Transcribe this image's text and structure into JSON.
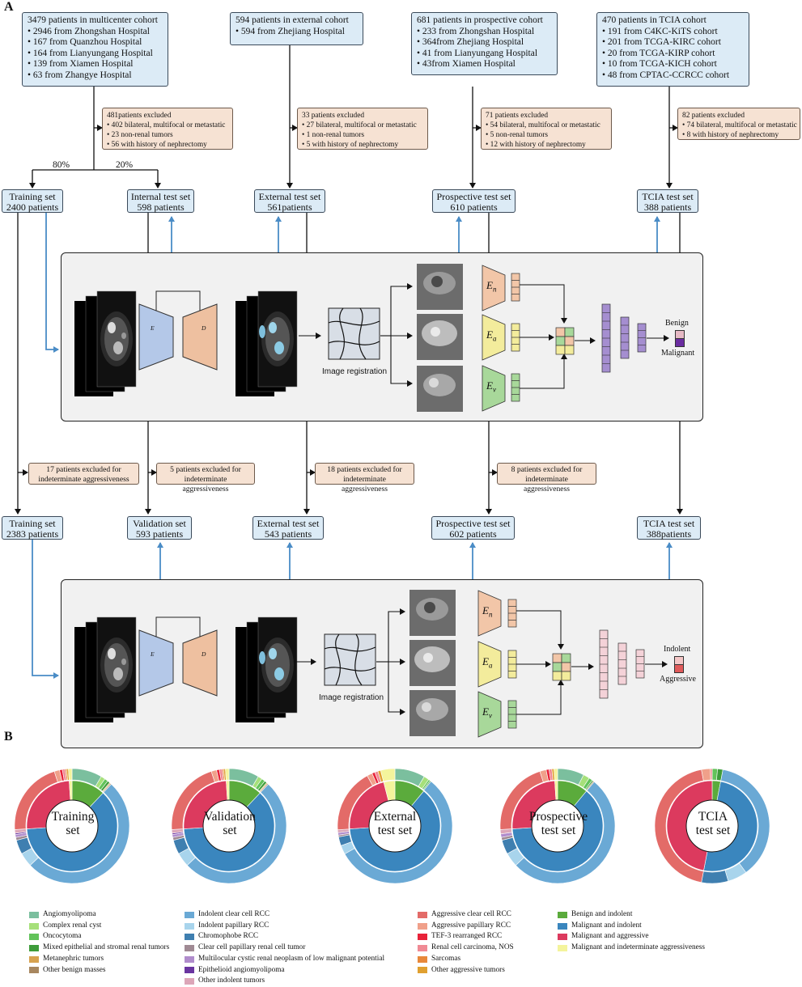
{
  "panels": {
    "a": "A",
    "b": "B"
  },
  "cohorts": [
    {
      "id": "multicenter",
      "lines": [
        "3479 patients in multicenter cohort",
        "• 2946 from Zhongshan Hospital",
        "• 167 from Quanzhou Hospital",
        "• 164 from Lianyungang Hospital",
        "• 139 from Xiamen Hospital",
        "• 63 from Zhangye Hospital"
      ]
    },
    {
      "id": "external",
      "lines": [
        "594 patients in external cohort",
        "• 594 from Zhejiang Hospital"
      ]
    },
    {
      "id": "prospective",
      "lines": [
        "681 patients in prospective cohort",
        "• 233 from Zhongshan Hospital",
        "• 364from Zhejiang Hospital",
        "• 41 from Lianyungang Hospital",
        "• 43from Xiamen Hospital"
      ]
    },
    {
      "id": "tcia",
      "lines": [
        "470 patients in TCIA cohort",
        "• 191 from C4KC-KiTS cohort",
        "• 201 from TCGA-KIRC cohort",
        "• 20 from TCGA-KIRP cohort",
        "• 10 from TCGA-KICH cohort",
        "• 48 from CPTAC-CCRCC cohort"
      ]
    }
  ],
  "exclusions_1": [
    {
      "lines": [
        "481patients excluded",
        "• 402 bilateral, multifocal or metastatic",
        "• 23 non-renal tumors",
        "• 56 with history of nephrectomy"
      ]
    },
    {
      "lines": [
        "33 patients excluded",
        "• 27 bilateral, multifocal or metastatic",
        "• 1 non-renal tumors",
        "• 5 with history of nephrectomy"
      ]
    },
    {
      "lines": [
        "71 patients excluded",
        "• 54 bilateral, multifocal or metastatic",
        "• 5 non-renal tumors",
        "• 12 with history of nephrectomy"
      ]
    },
    {
      "lines": [
        "82 patients excluded",
        "• 74 bilateral, multifocal or metastatic",
        "• 8 with history of nephrectomy"
      ]
    }
  ],
  "split": {
    "train_pct": "80%",
    "test_pct": "20%"
  },
  "sets_1": [
    {
      "name": "Training set",
      "count": "2400 patients"
    },
    {
      "name": "Internal test set",
      "count": "598 patients"
    },
    {
      "name": "External test set",
      "count": "561patients"
    },
    {
      "name": "Prospective test set",
      "count": "610 patients"
    },
    {
      "name": "TCIA test set",
      "count": "388 patients"
    }
  ],
  "exclusions_2": [
    {
      "lines": [
        "17 patients excluded for",
        "indeterminate aggressiveness"
      ]
    },
    {
      "lines": [
        "5 patients excluded for",
        "indeterminate aggressiveness"
      ]
    },
    {
      "lines": [
        "18 patients excluded for",
        "indeterminate aggressiveness"
      ]
    },
    {
      "lines": [
        "8 patients excluded for",
        "indeterminate aggressiveness"
      ]
    }
  ],
  "sets_2": [
    {
      "name": "Training set",
      "count": "2383 patients"
    },
    {
      "name": "Validation set",
      "count": "593 patients"
    },
    {
      "name": "External test set",
      "count": "543 patients"
    },
    {
      "name": "Prospective test set",
      "count": "602 patients"
    },
    {
      "name": "TCIA test set",
      "count": "388patients"
    }
  ],
  "model_1": {
    "encoder": "E",
    "decoder": "D",
    "registration": "Image registration",
    "phases": [
      {
        "base": "E",
        "sub": "n"
      },
      {
        "base": "E",
        "sub": "a"
      },
      {
        "base": "E",
        "sub": "v"
      }
    ],
    "output_top": "Benign",
    "output_bottom": "Malignant",
    "output_colors": [
      "#e6b9c4",
      "#6a2ca0"
    ]
  },
  "model_2": {
    "encoder": "E",
    "decoder": "D",
    "registration": "Image registration",
    "phases": [
      {
        "base": "E",
        "sub": "n"
      },
      {
        "base": "E",
        "sub": "a"
      },
      {
        "base": "E",
        "sub": "v"
      }
    ],
    "output_top": "Indolent",
    "output_bottom": "Aggressive",
    "output_colors": [
      "#f4c6c6",
      "#e05a5a"
    ]
  },
  "colors": {
    "cohort_fill": "#dcebf6",
    "exclusion_fill": "#f6e2d3",
    "arrow_blue": "#4a8cc6",
    "encoder_blue": "#b4c8e8",
    "decoder_peach": "#eec0a0",
    "phase_n": "#f2c6a8",
    "phase_a": "#f3ec9c",
    "phase_v": "#a8d89a",
    "layer_purple": "#a58ed0",
    "layer_pink": "#f4d2d8"
  },
  "donuts": [
    {
      "label": [
        "Training",
        "set"
      ]
    },
    {
      "label": [
        "Validation",
        "set"
      ]
    },
    {
      "label": [
        "External",
        "test set"
      ]
    },
    {
      "label": [
        "Prospective",
        "test set"
      ]
    },
    {
      "label": [
        "TCIA",
        "test set"
      ]
    }
  ],
  "chart_data": {
    "type": "pie",
    "variant": "nested donut (outer = histologic subtype, inner = category)",
    "charts": [
      {
        "name": "Training set",
        "inner": [
          {
            "category": "Benign and indolent",
            "value": 12
          },
          {
            "category": "Malignant and indolent",
            "value": 62
          },
          {
            "category": "Malignant and aggressive",
            "value": 25
          },
          {
            "category": "Malignant and indeterminate aggressiveness",
            "value": 1
          }
        ],
        "outer": [
          {
            "category": "Angiomyolipoma",
            "value": 8.5
          },
          {
            "category": "Complex renal cyst",
            "value": 1.2
          },
          {
            "category": "Oncocytoma",
            "value": 1.0
          },
          {
            "category": "Mixed epithelial and stromal renal tumors",
            "value": 0.7
          },
          {
            "category": "Metanephric tumors",
            "value": 0.3
          },
          {
            "category": "Other benign masses",
            "value": 0.3
          },
          {
            "category": "Indolent clear cell RCC",
            "value": 51
          },
          {
            "category": "Indolent papillary RCC",
            "value": 4
          },
          {
            "category": "Chromophobe RCC",
            "value": 4
          },
          {
            "category": "Clear cell papillary renal cell tumor",
            "value": 0.8
          },
          {
            "category": "Multilocular cystic renal neoplasm of low malignant potential",
            "value": 0.8
          },
          {
            "category": "Epithelioid angiomyolipoma",
            "value": 0.4
          },
          {
            "category": "Other indolent tumors",
            "value": 1.0
          },
          {
            "category": "Aggressive clear cell RCC",
            "value": 21
          },
          {
            "category": "Aggressive papillary RCC",
            "value": 1.5
          },
          {
            "category": "TEF-3 rearranged RCC",
            "value": 0.8
          },
          {
            "category": "Renal cell carcinoma, NOS",
            "value": 0.8
          },
          {
            "category": "Sarcomas",
            "value": 0.4
          },
          {
            "category": "Other aggressive tumors",
            "value": 0.5
          },
          {
            "category": "Malignant and indeterminate aggressiveness",
            "value": 1.0
          }
        ]
      },
      {
        "name": "Validation set",
        "inner": [
          {
            "category": "Benign and indolent",
            "value": 12
          },
          {
            "category": "Malignant and indolent",
            "value": 62
          },
          {
            "category": "Malignant and aggressive",
            "value": 25
          },
          {
            "category": "Malignant and indeterminate aggressiveness",
            "value": 1
          }
        ],
        "outer": [
          {
            "category": "Angiomyolipoma",
            "value": 8.5
          },
          {
            "category": "Complex renal cyst",
            "value": 1.2
          },
          {
            "category": "Oncocytoma",
            "value": 1.0
          },
          {
            "category": "Mixed epithelial and stromal renal tumors",
            "value": 0.7
          },
          {
            "category": "Metanephric tumors",
            "value": 0.3
          },
          {
            "category": "Other benign masses",
            "value": 0.3
          },
          {
            "category": "Indolent clear cell RCC",
            "value": 51
          },
          {
            "category": "Indolent papillary RCC",
            "value": 4
          },
          {
            "category": "Chromophobe RCC",
            "value": 4
          },
          {
            "category": "Clear cell papillary renal cell tumor",
            "value": 0.8
          },
          {
            "category": "Multilocular cystic renal neoplasm of low malignant potential",
            "value": 0.8
          },
          {
            "category": "Epithelioid angiomyolipoma",
            "value": 0.4
          },
          {
            "category": "Other indolent tumors",
            "value": 1.0
          },
          {
            "category": "Aggressive clear cell RCC",
            "value": 21
          },
          {
            "category": "Aggressive papillary RCC",
            "value": 1.5
          },
          {
            "category": "TEF-3 rearranged RCC",
            "value": 0.8
          },
          {
            "category": "Renal cell carcinoma, NOS",
            "value": 0.8
          },
          {
            "category": "Sarcomas",
            "value": 0.4
          },
          {
            "category": "Other aggressive tumors",
            "value": 0.5
          },
          {
            "category": "Malignant and indeterminate aggressiveness",
            "value": 1.0
          }
        ]
      },
      {
        "name": "External test set",
        "inner": [
          {
            "category": "Benign and indolent",
            "value": 11
          },
          {
            "category": "Malignant and indolent",
            "value": 63
          },
          {
            "category": "Malignant and aggressive",
            "value": 22
          },
          {
            "category": "Malignant and indeterminate aggressiveness",
            "value": 4
          }
        ],
        "outer": [
          {
            "category": "Angiomyolipoma",
            "value": 8.5
          },
          {
            "category": "Complex renal cyst",
            "value": 1.5
          },
          {
            "category": "Oncocytoma",
            "value": 0.5
          },
          {
            "category": "Mixed epithelial and stromal renal tumors",
            "value": 0.3
          },
          {
            "category": "Indolent clear cell RCC",
            "value": 56
          },
          {
            "category": "Indolent papillary RCC",
            "value": 2.5
          },
          {
            "category": "Chromophobe RCC",
            "value": 2.5
          },
          {
            "category": "Clear cell papillary renal cell tumor",
            "value": 0.5
          },
          {
            "category": "Multilocular cystic renal neoplasm of low malignant potential",
            "value": 0.7
          },
          {
            "category": "Other indolent tumors",
            "value": 0.8
          },
          {
            "category": "Aggressive clear cell RCC",
            "value": 18
          },
          {
            "category": "Aggressive papillary RCC",
            "value": 1.5
          },
          {
            "category": "TEF-3 rearranged RCC",
            "value": 0.8
          },
          {
            "category": "Renal cell carcinoma, NOS",
            "value": 0.9
          },
          {
            "category": "Other aggressive tumors",
            "value": 0.8
          },
          {
            "category": "Malignant and indeterminate aggressiveness",
            "value": 4
          }
        ]
      },
      {
        "name": "Prospective test set",
        "inner": [
          {
            "category": "Benign and indolent",
            "value": 11
          },
          {
            "category": "Malignant and indolent",
            "value": 63
          },
          {
            "category": "Malignant and aggressive",
            "value": 25
          },
          {
            "category": "Malignant and indeterminate aggressiveness",
            "value": 1
          }
        ],
        "outer": [
          {
            "category": "Angiomyolipoma",
            "value": 7.5
          },
          {
            "category": "Complex renal cyst",
            "value": 1.8
          },
          {
            "category": "Oncocytoma",
            "value": 1.0
          },
          {
            "category": "Mixed epithelial and stromal renal tumors",
            "value": 0.4
          },
          {
            "category": "Other benign masses",
            "value": 0.3
          },
          {
            "category": "Indolent clear cell RCC",
            "value": 52
          },
          {
            "category": "Indolent papillary RCC",
            "value": 4
          },
          {
            "category": "Chromophobe RCC",
            "value": 4
          },
          {
            "category": "Clear cell papillary renal cell tumor",
            "value": 0.8
          },
          {
            "category": "Multilocular cystic renal neoplasm of low malignant potential",
            "value": 1.0
          },
          {
            "category": "Other indolent tumors",
            "value": 1.2
          },
          {
            "category": "Aggressive clear cell RCC",
            "value": 21
          },
          {
            "category": "Aggressive papillary RCC",
            "value": 1.8
          },
          {
            "category": "TEF-3 rearranged RCC",
            "value": 0.8
          },
          {
            "category": "Renal cell carcinoma, NOS",
            "value": 0.8
          },
          {
            "category": "Other aggressive tumors",
            "value": 0.6
          },
          {
            "category": "Malignant and indeterminate aggressiveness",
            "value": 1.0
          }
        ]
      },
      {
        "name": "TCIA test set",
        "inner": [
          {
            "category": "Benign and indolent",
            "value": 3
          },
          {
            "category": "Malignant and indolent",
            "value": 50
          },
          {
            "category": "Malignant and aggressive",
            "value": 47
          }
        ],
        "outer": [
          {
            "category": "Oncocytoma",
            "value": 1.5
          },
          {
            "category": "Mixed epithelial and stromal renal tumors",
            "value": 1.5
          },
          {
            "category": "Indolent clear cell RCC",
            "value": 37
          },
          {
            "category": "Indolent papillary RCC",
            "value": 5.5
          },
          {
            "category": "Chromophobe RCC",
            "value": 7.5
          },
          {
            "category": "Aggressive clear cell RCC",
            "value": 44
          },
          {
            "category": "Aggressive papillary RCC",
            "value": 2.5
          },
          {
            "category": "Renal cell carcinoma, NOS",
            "value": 0.5
          }
        ]
      }
    ],
    "legend": [
      [
        {
          "label": "Angiomyolipoma",
          "color": "#7bbf9e"
        },
        {
          "label": "Complex renal cyst",
          "color": "#a6e07a"
        },
        {
          "label": "Oncocytoma",
          "color": "#62c35a"
        },
        {
          "label": "Mixed epithelial and stromal renal tumors",
          "color": "#3e9c3a"
        },
        {
          "label": "Metanephric tumors",
          "color": "#d7a24f"
        },
        {
          "label": "Other benign masses",
          "color": "#a8875f"
        }
      ],
      [
        {
          "label": "Indolent clear cell RCC",
          "color": "#6aa9d5"
        },
        {
          "label": "Indolent papillary RCC",
          "color": "#a8d4ec"
        },
        {
          "label": "Chromophobe RCC",
          "color": "#3f7fb0"
        },
        {
          "label": "Clear cell papillary renal cell tumor",
          "color": "#a08a94"
        },
        {
          "label": "Multilocular cystic renal neoplasm of low malignant potential",
          "color": "#b08ccc"
        },
        {
          "label": "Epithelioid angiomyolipoma",
          "color": "#6a35a0"
        },
        {
          "label": "Other indolent tumors",
          "color": "#dca6b8"
        }
      ],
      [
        {
          "label": "Aggressive clear cell RCC",
          "color": "#e36b68"
        },
        {
          "label": "Aggressive papillary RCC",
          "color": "#f0a08a"
        },
        {
          "label": "TEF-3 rearranged RCC",
          "color": "#e8233a"
        },
        {
          "label": "Renal cell carcinoma, NOS",
          "color": "#f08a94"
        },
        {
          "label": "Sarcomas",
          "color": "#e8883a"
        },
        {
          "label": "Other aggressive tumors",
          "color": "#e0a030"
        }
      ],
      [
        {
          "label": "Benign and indolent",
          "color": "#5bab3c"
        },
        {
          "label": "Malignant and indolent",
          "color": "#3a86be"
        },
        {
          "label": "Malignant and aggressive",
          "color": "#dc3a5e"
        },
        {
          "label": "Malignant and indeterminate aggressiveness",
          "color": "#f4f49c"
        }
      ]
    ]
  }
}
